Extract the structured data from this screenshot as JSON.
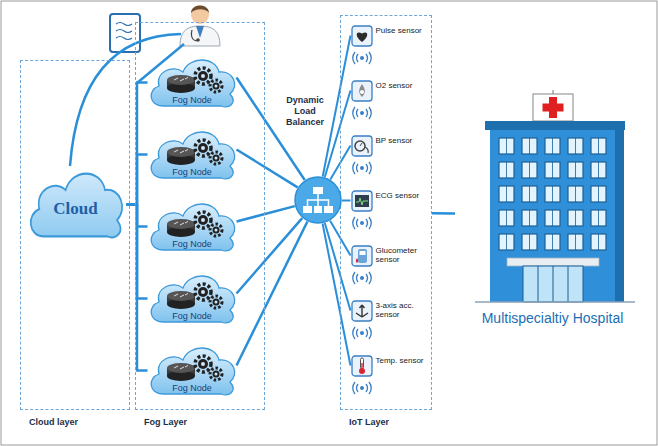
{
  "diagram": {
    "nodes": [
      {
        "text": [
          "Cloud layer"
        ]
      },
      {
        "text": [
          "Fog Layer"
        ]
      },
      {
        "text": [
          "IoT Layer"
        ]
      },
      {
        "text": [
          "Cloud"
        ],
        "in": 0
      },
      {
        "text": [
          "Fog Node"
        ],
        "in": 1
      },
      {
        "text": [
          "Fog Node"
        ],
        "in": 1
      },
      {
        "text": [
          "Fog Node"
        ],
        "in": 1
      },
      {
        "text": [
          "Fog Node"
        ],
        "in": 1
      },
      {
        "text": [
          "Fog Node"
        ],
        "in": 1
      },
      {
        "text": [
          "Dynamic Load Balancer"
        ]
      },
      {
        "text": [
          "Pulse sensor"
        ],
        "in": 2
      },
      {
        "text": [
          "O2 sensor"
        ],
        "in": 2
      },
      {
        "text": [
          "BP sensor"
        ],
        "in": 2
      },
      {
        "text": [
          "ECG sensor"
        ],
        "in": 2
      },
      {
        "text": [
          "Glucometer sensor"
        ],
        "in": 2
      },
      {
        "text": [
          "3-axis acc. sensor"
        ],
        "in": 2
      },
      {
        "text": [
          "Temp. sensor"
        ],
        "in": 2
      },
      {
        "text": [
          "Multispecialtiy Hospital"
        ]
      }
    ],
    "edges": [
      {
        "from": 3,
        "to": 4,
        "arrow": "none"
      },
      {
        "from": 3,
        "to": 5,
        "arrow": "none"
      },
      {
        "from": 3,
        "to": 6,
        "arrow": "none"
      },
      {
        "from": 3,
        "to": 7,
        "arrow": "none"
      },
      {
        "from": 3,
        "to": 8,
        "arrow": "none"
      },
      {
        "from": 4,
        "to": 9,
        "arrow": "none"
      },
      {
        "from": 5,
        "to": 9,
        "arrow": "none"
      },
      {
        "from": 6,
        "to": 9,
        "arrow": "none"
      },
      {
        "from": 7,
        "to": 9,
        "arrow": "none"
      },
      {
        "from": 8,
        "to": 9,
        "arrow": "none"
      },
      {
        "from": 9,
        "to": 10,
        "arrow": "none"
      },
      {
        "from": 9,
        "to": 11,
        "arrow": "none"
      },
      {
        "from": 9,
        "to": 12,
        "arrow": "none"
      },
      {
        "from": 9,
        "to": 13,
        "arrow": "none"
      },
      {
        "from": 9,
        "to": 14,
        "arrow": "none"
      },
      {
        "from": 9,
        "to": 15,
        "arrow": "none"
      },
      {
        "from": 9,
        "to": 16,
        "arrow": "none"
      },
      {
        "from": 2,
        "to": 17,
        "arrow": "none"
      }
    ]
  }
}
